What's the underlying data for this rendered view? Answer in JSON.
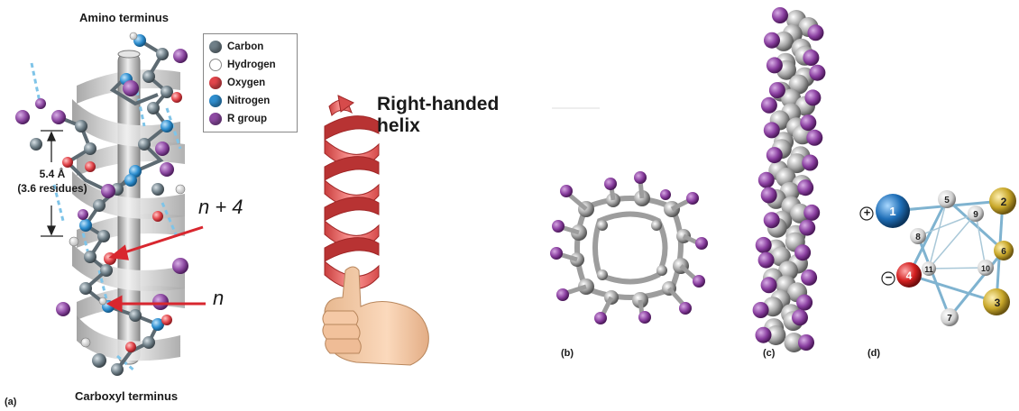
{
  "panel_a": {
    "amino_terminus": "Amino terminus",
    "carboxyl_terminus": "Carboxyl terminus",
    "pitch_value": "5.4 Å",
    "pitch_residues": "(3.6 residues)",
    "n_plus_4": "n + 4",
    "n": "n",
    "label": "(a)",
    "legend": [
      {
        "label": "Carbon",
        "color": "#6f7f88"
      },
      {
        "label": "Hydrogen",
        "color": "#ffffff"
      },
      {
        "label": "Oxygen",
        "color": "#e2454b"
      },
      {
        "label": "Nitrogen",
        "color": "#2f8fd0"
      },
      {
        "label": "R group",
        "color": "#8e4aa3"
      }
    ]
  },
  "helix_hand": {
    "title_line1": "Right-handed",
    "title_line2": "helix"
  },
  "panel_b": {
    "label": "(b)"
  },
  "panel_c": {
    "label": "(c)"
  },
  "panel_d": {
    "label": "(d)",
    "plus": "+",
    "minus": "−",
    "residues": [
      "1",
      "2",
      "3",
      "4",
      "5",
      "6",
      "7",
      "8",
      "9",
      "10",
      "11"
    ]
  },
  "colors": {
    "arrow": "#d8272f",
    "helix_ribbon": "#f07a78",
    "cylinder": "#b8b8b8",
    "hbond": "#7fc4e8",
    "gray_atom": "#9a9a9a",
    "purple_atom": "#8a3fa0",
    "blue_residue": "#1f6fb8",
    "red_residue": "#d42020",
    "yellow_residue": "#c9a82a"
  }
}
